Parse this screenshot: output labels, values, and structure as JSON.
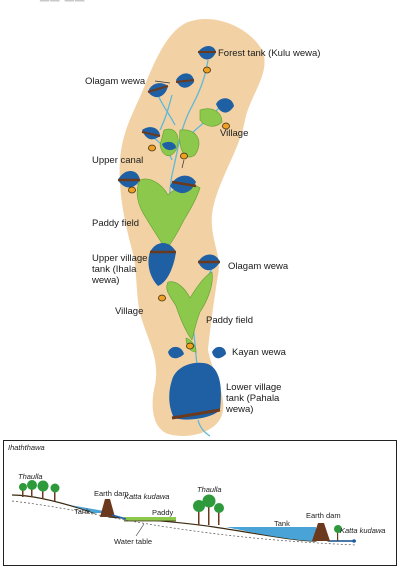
{
  "map": {
    "labels": {
      "forest_tank": "Forest tank (Kulu wewa)",
      "olagam_wewa_top": "Olagam wewa",
      "village_top": "Village",
      "upper_canal": "Upper canal",
      "paddy_field_1": "Paddy field",
      "upper_village_tank": "Upper village tank (Ihala wewa)",
      "olagam_wewa_mid": "Olagam wewa",
      "village_mid": "Village",
      "paddy_field_2": "Paddy field",
      "kayan_wewa": "Kayan wewa",
      "lower_village_tank": "Lower village tank (Pahala wewa)"
    },
    "colors": {
      "land": "#f2d2a5",
      "water": "#1f5fa3",
      "paddy": "#8cc84b",
      "bund": "#6b3a1e",
      "village": "#f0a020"
    }
  },
  "section": {
    "labels": {
      "ihaththawa": "Ihaththawa",
      "thaulla_left": "Thaulla",
      "tank_left": "Tank",
      "earth_dam_left": "Earth dam",
      "katta_kudawa_left": "Katta kudawa",
      "paddy": "Paddy",
      "thaulla_mid": "Thaulla",
      "tank_right": "Tank",
      "earth_dam_right": "Earth dam",
      "katta_kudawa_right": "Katta kudawa",
      "water_table": "Water table"
    }
  }
}
